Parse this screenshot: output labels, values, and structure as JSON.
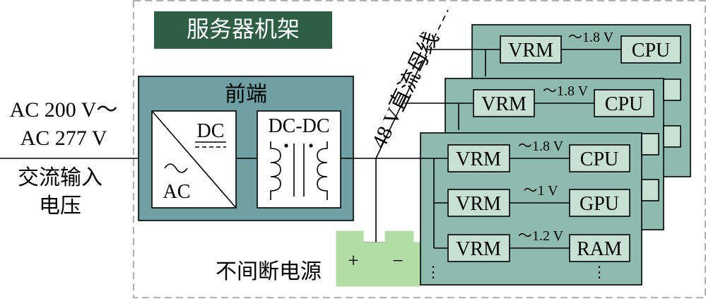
{
  "colors": {
    "rack_border": "#999999",
    "title_bg": "#2e5e45",
    "title_text": "#ffffff",
    "front_bg": "#6f9ea3",
    "board_bg": "#8fbbaf",
    "chip_bg": "#c6e0d6",
    "ups_bg": "#b3dca6"
  },
  "rack": {
    "title": "服务器机架"
  },
  "input": {
    "line1": "AC 200 V～",
    "line2": "AC 277 V",
    "caption1": "交流输入",
    "caption2": "电压"
  },
  "front": {
    "title": "前端",
    "acdc_dc": "DC",
    "acdc_ac": "AC",
    "dcdc_label": "DC-DC"
  },
  "bus": {
    "label": "48 V直流母线"
  },
  "ups": {
    "label": "不间断电源",
    "plus": "+",
    "minus": "−"
  },
  "boards": {
    "back": {
      "vrm": "VRM",
      "voltage": "～1.8 V",
      "load": "CPU"
    },
    "middle": {
      "vrm": "VRM",
      "voltage": "～1.8 V",
      "load": "CPU"
    },
    "front_rows": [
      {
        "vrm": "VRM",
        "voltage": "～1.8 V",
        "load": "CPU"
      },
      {
        "vrm": "VRM",
        "voltage": "～1 V",
        "load": "GPU"
      },
      {
        "vrm": "VRM",
        "voltage": "～1.2 V",
        "load": "RAM"
      }
    ],
    "ellipsis": "⋮"
  }
}
